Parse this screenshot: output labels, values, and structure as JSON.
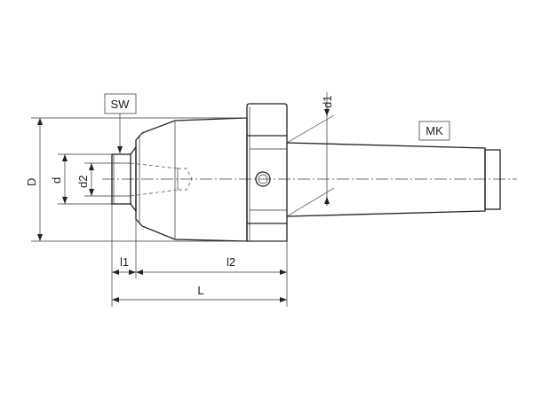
{
  "drawing": {
    "title": "Live center with Morse taper shank - dimension drawing",
    "labels": {
      "sw": "SW",
      "mk": "MK",
      "D": "D",
      "d": "d",
      "d1": "d1",
      "d2": "d2",
      "l1": "l1",
      "l2": "l2",
      "L": "L"
    }
  }
}
